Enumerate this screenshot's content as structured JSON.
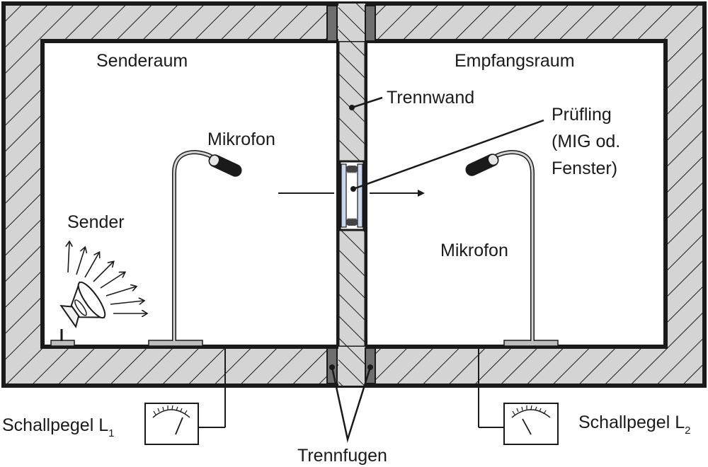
{
  "labels": {
    "sender_room": "Senderaum",
    "receiver_room": "Empfangsraum",
    "partition_wall": "Trennwand",
    "specimen_line1": "Prüfling",
    "specimen_line2": "(MIG od.",
    "specimen_line3": "Fenster)",
    "microphone_left": "Mikrofon",
    "microphone_right": "Mikrofon",
    "sender": "Sender",
    "sound_level_1_text": "Schallpegel L",
    "sound_level_1_sub": "1",
    "sound_level_2_text": "Schallpegel L",
    "sound_level_2_sub": "2",
    "joints": "Trennfugen"
  },
  "colors": {
    "wall_fill": "#d4d4d4",
    "joint_fill": "#6e6e6e",
    "outline": "#1a1a1a",
    "glass": "#c9d8ec"
  },
  "icons": [
    "loudspeaker-icon",
    "microphone-icon",
    "level-meter-icon"
  ]
}
